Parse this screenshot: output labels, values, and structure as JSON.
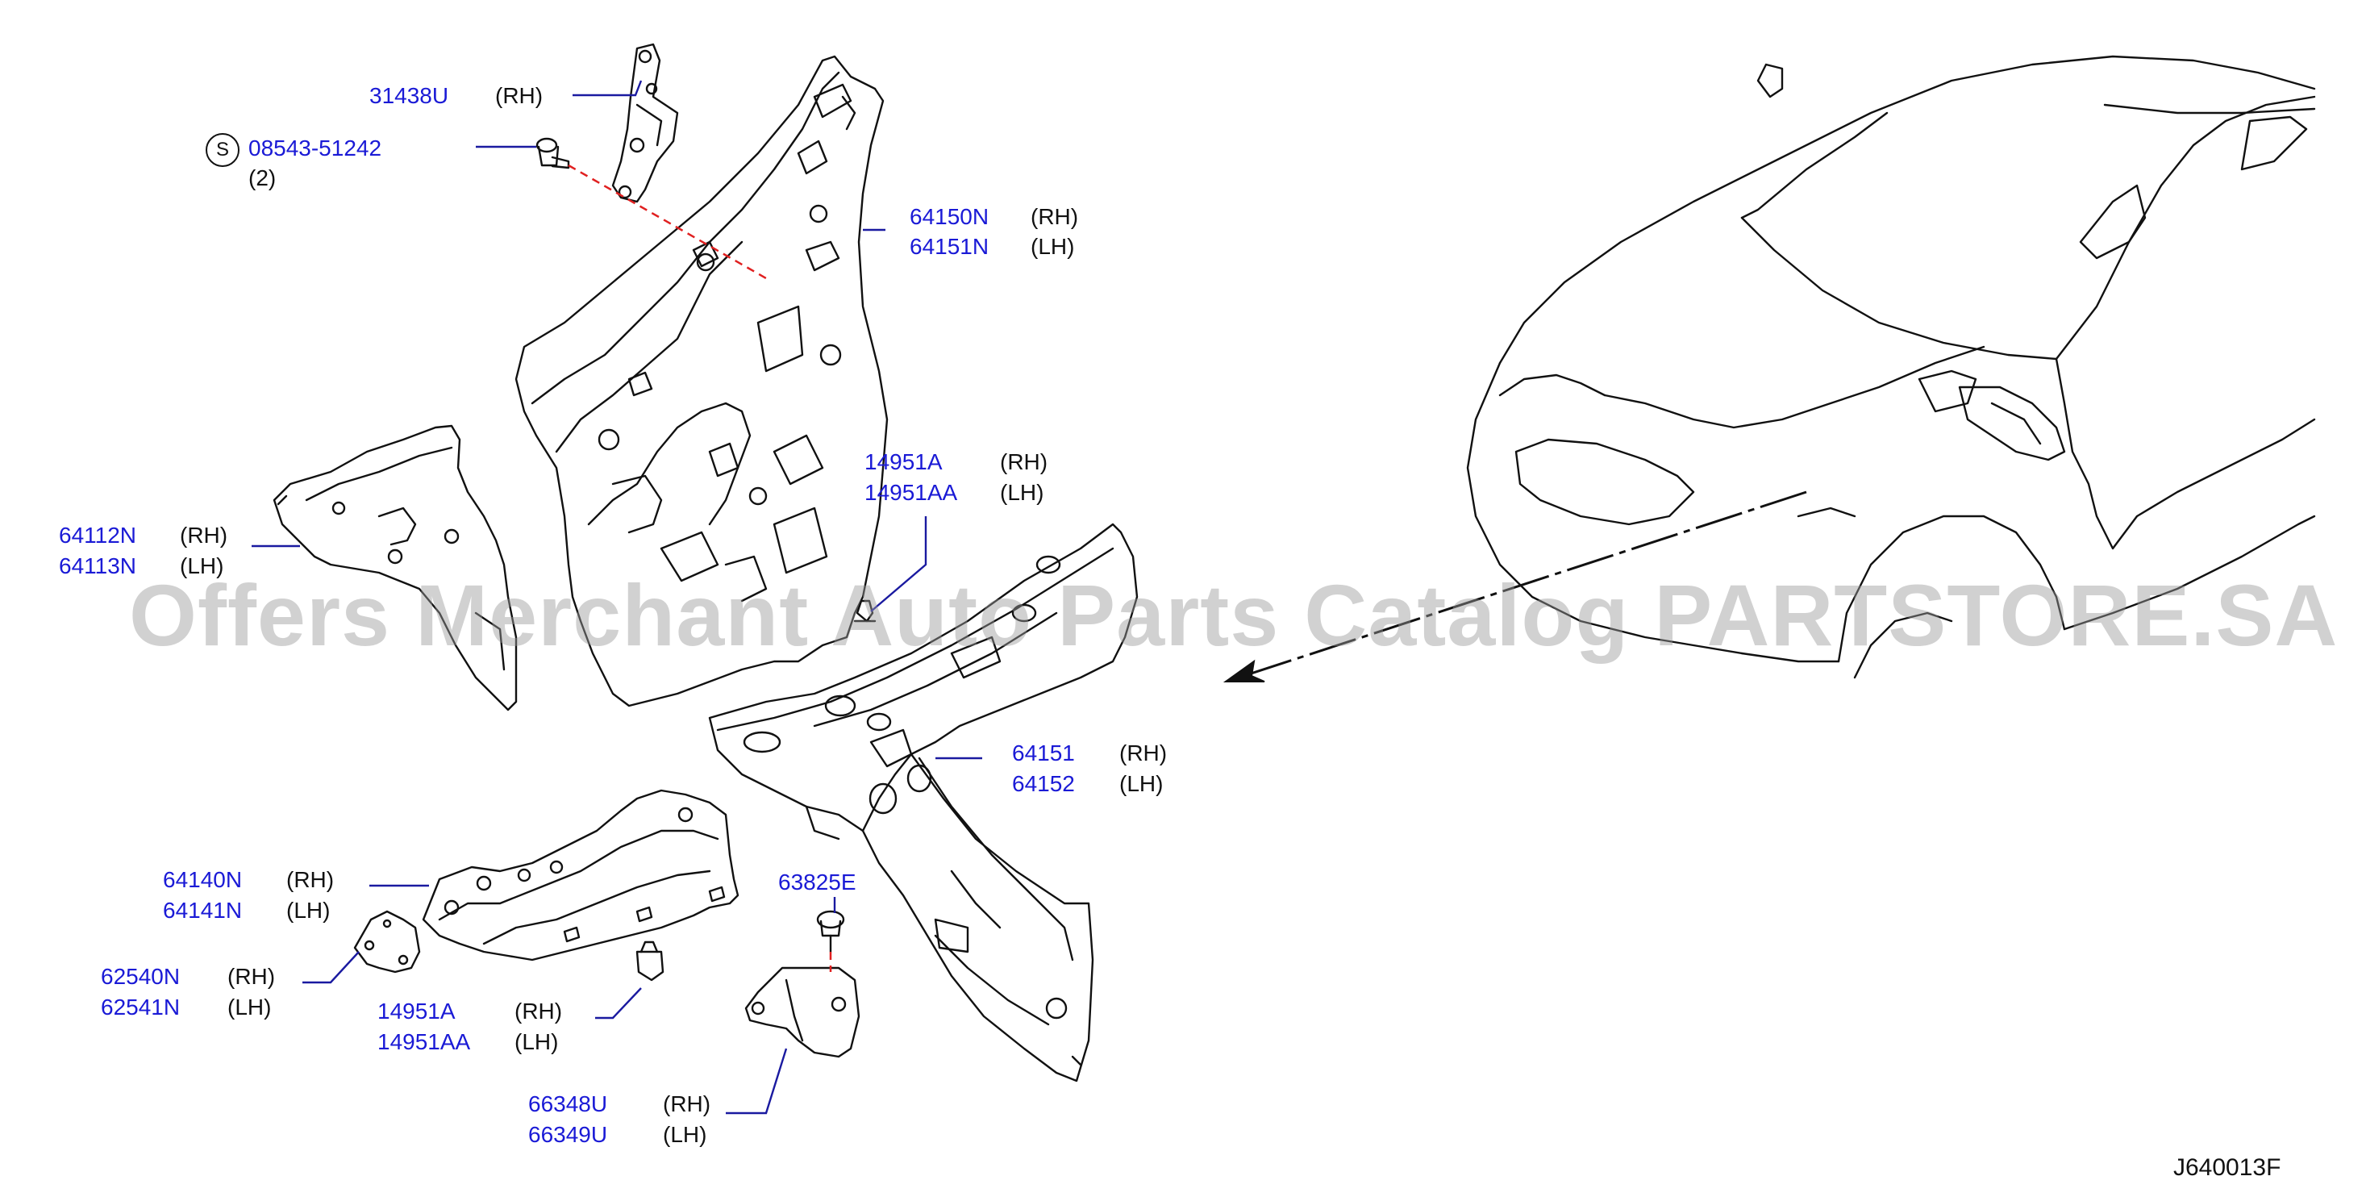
{
  "watermark": "Offers Merchant Auto Parts Catalog PARTSTORE.SA",
  "diagram_code": "J640013F",
  "standard_symbol": "S",
  "callouts": [
    {
      "id": "c1",
      "part": "31438U",
      "side1": "(RH)"
    },
    {
      "id": "c2",
      "part": "08543-51242",
      "qty": "(2)"
    },
    {
      "id": "c3",
      "part": "64150N",
      "side1": "(RH)",
      "part2": "64151N",
      "side2": "(LH)"
    },
    {
      "id": "c4",
      "part": "14951A",
      "side1": "(RH)",
      "part2": "14951AA",
      "side2": "(LH)"
    },
    {
      "id": "c5",
      "part": "64112N",
      "side1": "(RH)",
      "part2": "64113N",
      "side2": "(LH)"
    },
    {
      "id": "c6",
      "part": "64151",
      "side1": "(RH)",
      "part2": "64152",
      "side2": "(LH)"
    },
    {
      "id": "c7",
      "part": "63825E"
    },
    {
      "id": "c8",
      "part": "64140N",
      "side1": "(RH)",
      "part2": "64141N",
      "side2": "(LH)"
    },
    {
      "id": "c9",
      "part": "62540N",
      "side1": "(RH)",
      "part2": "62541N",
      "side2": "(LH)"
    },
    {
      "id": "c10",
      "part": "14951A",
      "side1": "(RH)",
      "part2": "14951AA",
      "side2": "(LH)"
    },
    {
      "id": "c11",
      "part": "66348U",
      "side1": "(RH)",
      "part2": "66349U",
      "side2": "(LH)"
    }
  ],
  "colors": {
    "part_number": "#1a1ad6",
    "leader": "#1a1aa0",
    "dash": "#e02020",
    "line": "#111111"
  }
}
